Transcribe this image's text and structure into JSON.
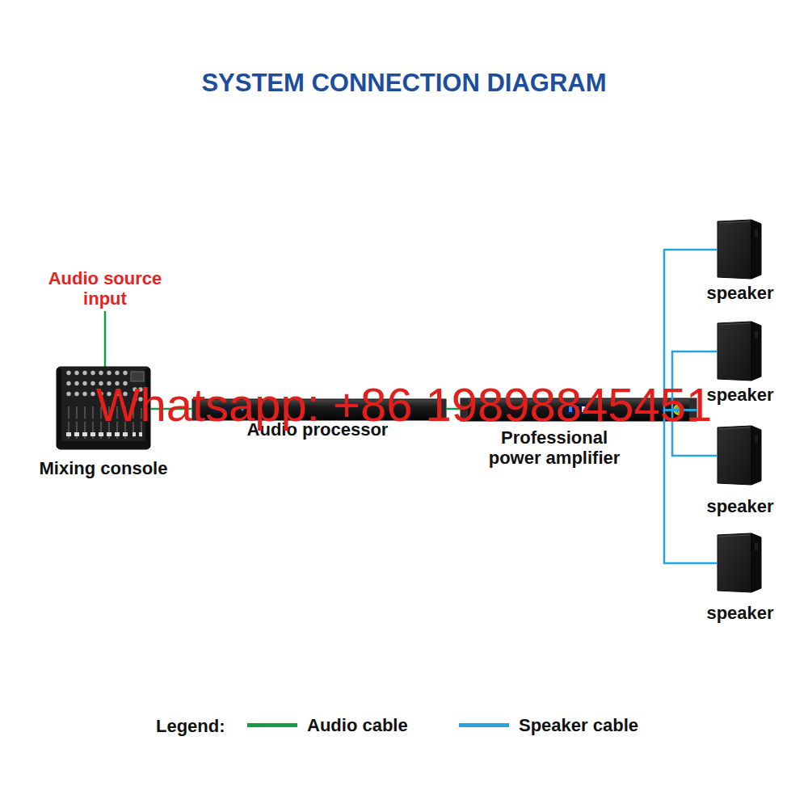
{
  "diagram": {
    "title": "SYSTEM CONNECTION DIAGRAM",
    "nodes": [
      {
        "text": [
          "Mixing console"
        ]
      },
      {
        "text": [
          "Audio processor"
        ]
      },
      {
        "text": [
          "Professional power amplifier"
        ]
      },
      {
        "text": [
          "speaker"
        ]
      },
      {
        "text": [
          "speaker"
        ]
      },
      {
        "text": [
          "speaker"
        ]
      },
      {
        "text": [
          "speaker"
        ]
      }
    ],
    "edges": [
      {
        "from": 0,
        "to": 1,
        "arrow": "none"
      },
      {
        "from": 1,
        "to": 2,
        "arrow": "none"
      },
      {
        "from": 2,
        "to": 3,
        "arrow": "none"
      },
      {
        "from": 2,
        "to": 4,
        "arrow": "none"
      },
      {
        "from": 2,
        "to": 5,
        "arrow": "none"
      },
      {
        "from": 2,
        "to": 6,
        "arrow": "none"
      }
    ],
    "labels": [
      "Audio source input",
      "Whatsapp: +86 19898845451",
      "Legend:"
    ],
    "legend": [
      {
        "text": "Audio cable",
        "color": "#169b4a"
      },
      {
        "text": "Speaker cable",
        "color": "#29a3df"
      }
    ]
  }
}
